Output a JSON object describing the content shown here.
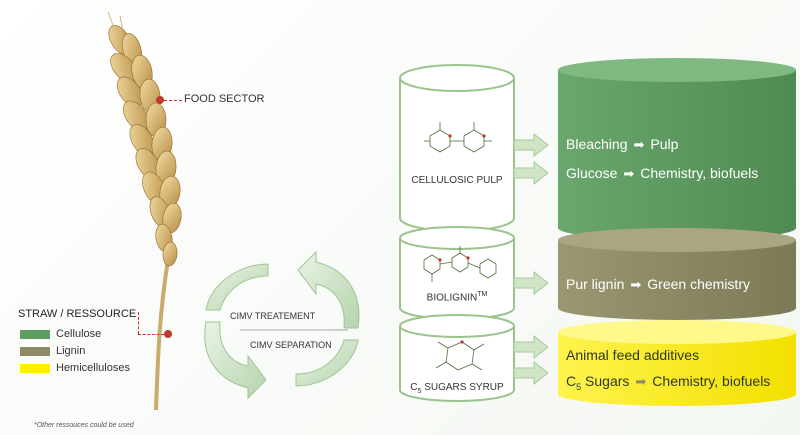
{
  "labels": {
    "food_sector": "FOOD SECTOR",
    "straw_resource": "STRAW / RESSOURCE",
    "footnote": "*Other ressouces could be used"
  },
  "legend": [
    {
      "label": "Cellulose",
      "color": "#5f9e62"
    },
    {
      "label": "Lignin",
      "color": "#8d8a65"
    },
    {
      "label": "Hemicelluloses",
      "color": "#ffef00"
    }
  ],
  "process": {
    "treatment": "CIMV TREATEMENT",
    "separation": "CIMV SEPARATION"
  },
  "products": {
    "cellulosic_pulp": "CELLULOSIC PULP",
    "biolignin": "BIOLIGNIN",
    "biolignin_tm": "TM",
    "sugars_c": "C",
    "sugars_sub": "5",
    "sugars_rest": " SUGARS SYRUP"
  },
  "outputs": {
    "cellulose": [
      {
        "from": "Bleaching",
        "to": "Pulp"
      },
      {
        "from": "Glucose",
        "to": "Chemistry, biofuels"
      }
    ],
    "lignin": [
      {
        "from": "Pur lignin",
        "to": "Green chemistry"
      }
    ],
    "hemicellulose": {
      "line1": "Animal feed additives",
      "line2_c": "C",
      "line2_sub": "5",
      "line2_from": " Sugars",
      "line2_to": "Chemistry, biofuels"
    }
  },
  "colors": {
    "cellulose": "#5f9e62",
    "lignin": "#8d8a65",
    "hemicellulose": "#ffef00",
    "marker": "#c0392b"
  }
}
